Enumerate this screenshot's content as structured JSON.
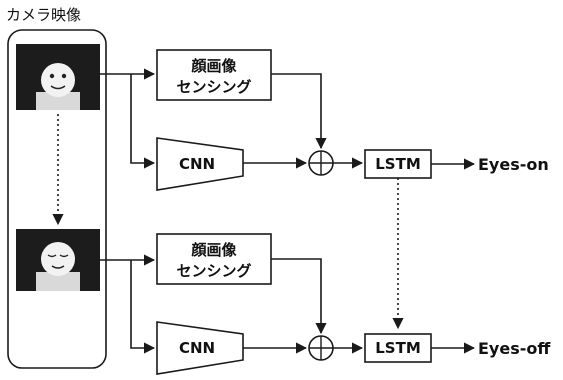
{
  "camera_label": "カメラ映像",
  "sensing_line1": "顔画像",
  "sensing_line2": "センシング",
  "cnn": "CNN",
  "lstm": "LSTM",
  "outputs": {
    "top": "Eyes-on",
    "bottom": "Eyes-off"
  },
  "colors": {
    "stroke": "#1a1a1a",
    "frame_bg": "#1c1c1c",
    "box_fill": "#ffffff"
  }
}
